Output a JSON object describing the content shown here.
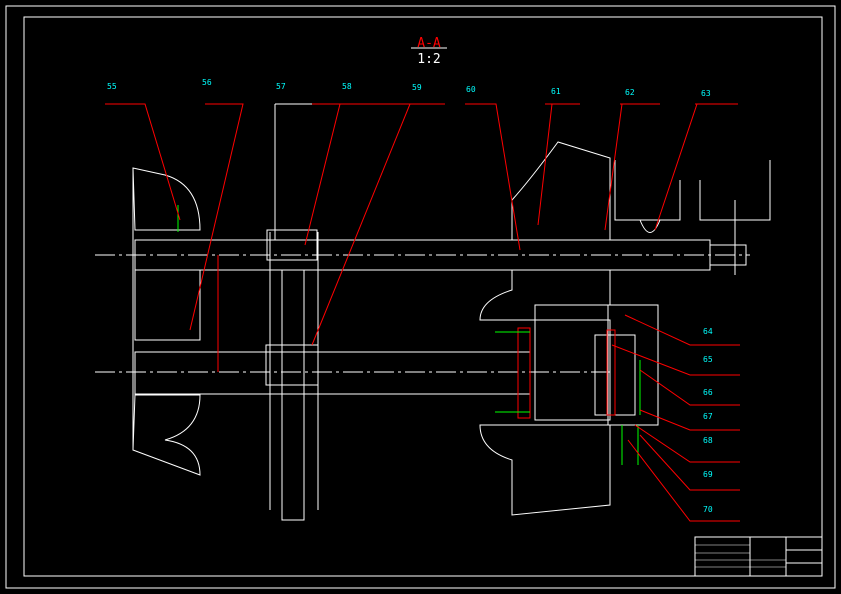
{
  "section": {
    "title": "A-A",
    "scale": "1:2"
  },
  "top_labels": [
    "55",
    "56",
    "57",
    "58",
    "59",
    "60",
    "61",
    "62",
    "63"
  ],
  "right_labels": [
    "64",
    "65",
    "66",
    "67",
    "68",
    "69",
    "70"
  ],
  "colors": {
    "background": "#000000",
    "geometry": "#ffffff",
    "leaders": "#ff0000",
    "labels": "#00ffff",
    "fasteners": "#00ff00"
  }
}
